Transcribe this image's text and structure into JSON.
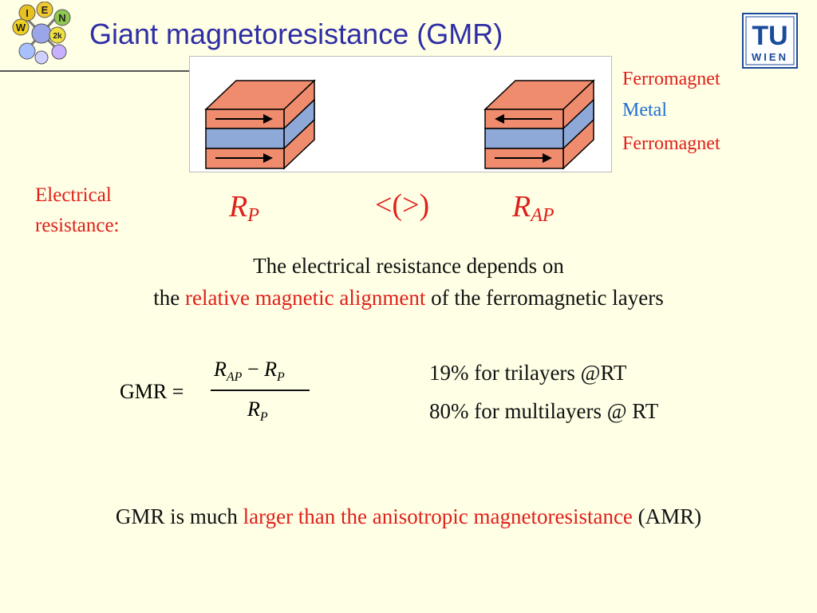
{
  "title": "Giant magnetoresistance (GMR)",
  "logos": {
    "left_letters": [
      "I",
      "E",
      "N",
      "W",
      "2k"
    ],
    "right_top": "TU",
    "right_bottom": "WIEN"
  },
  "legend": {
    "ferromagnet_top": "Ferromagnet",
    "metal": "Metal",
    "ferromagnet_bottom": "Ferromagnet"
  },
  "electrical_resistance": {
    "line1": "Electrical",
    "line2": "resistance:"
  },
  "symbols": {
    "r": "R",
    "p_sub": "P",
    "ap_sub": "AP",
    "comparison": "<(>)"
  },
  "statement": {
    "line1": "The electrical resistance depends on",
    "line2_pre": "the ",
    "line2_highlight": "relative magnetic alignment",
    "line2_post": " of the ferromagnetic layers"
  },
  "formula": {
    "lhs": "GMR =",
    "minus": " − "
  },
  "stats": {
    "trilayers": "19% for trilayers @RT",
    "multilayers": "80% for multilayers @ RT"
  },
  "conclusion": {
    "pre": "GMR is much ",
    "highlight": "larger than the anisotropic magnetoresistance",
    "post": " (AMR)"
  },
  "colors": {
    "red": "#e0201a",
    "blue": "#1e6fd1",
    "title": "#2e2ea6",
    "ferro_layer": "#f08c6e",
    "metal_layer": "#8ea8d8"
  }
}
